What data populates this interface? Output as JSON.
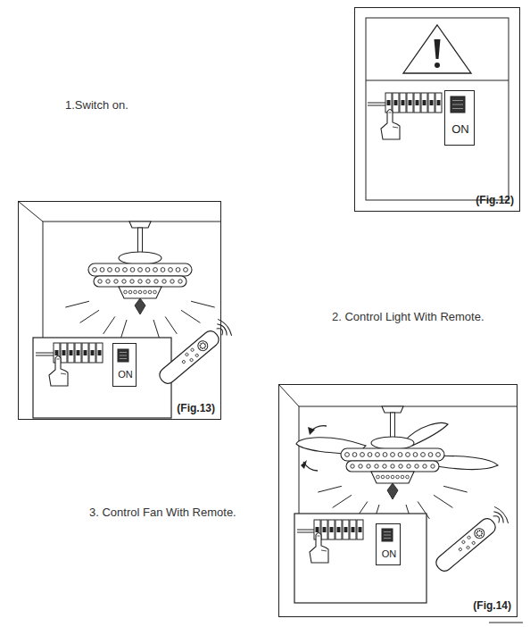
{
  "diagram": {
    "nodes": [
      {
        "text": [
          "(Fig.12)"
        ]
      },
      {
        "text": [
          "ON"
        ],
        "in": 0
      },
      {
        "text": [
          "(Fig.13)"
        ]
      },
      {
        "text": [
          "ON"
        ],
        "in": 2
      },
      {
        "text": [
          "(Fig.14)"
        ]
      },
      {
        "text": [
          "ON"
        ],
        "in": 4
      }
    ],
    "labels": [
      "1.Switch on.",
      "2. Control Light With Remote.",
      "3. Control Fan With Remote."
    ]
  }
}
